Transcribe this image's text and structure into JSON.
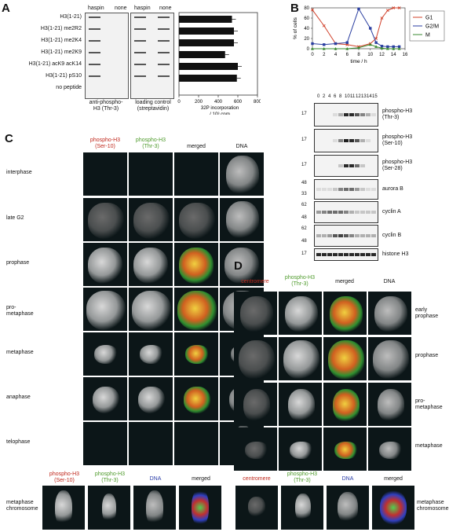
{
  "panels": {
    "A": {
      "label": "A",
      "col_haspin": "haspin",
      "col_none": "none",
      "rows": [
        "H3(1-21)",
        "H3(1-21) me2R2",
        "H3(1-21) me2K4",
        "H3(1-21) me2K9",
        "H3(1-21) acK9 acK14",
        "H3(1-21) pS10",
        "no peptide"
      ],
      "caption_left": "anti-phospho-\nH3 (Thr-3)",
      "caption_mid": "loading control\n(streptavidin)",
      "caption_right": "32P incorporation\n/ 10³ cpm"
    },
    "B": {
      "label": "B",
      "blot_lanes": [
        "0",
        "2",
        "4",
        "6",
        "8",
        "10",
        "11",
        "12",
        "13",
        "14",
        "15"
      ],
      "blots": [
        {
          "mw": [
            "17"
          ],
          "label": "phospho-H3\n(Thr-3)"
        },
        {
          "mw": [
            "17"
          ],
          "label": "phospho-H3\n(Ser-10)"
        },
        {
          "mw": [
            "17"
          ],
          "label": "phospho-H3\n(Ser-28)"
        },
        {
          "mw": [
            "48",
            "33"
          ],
          "label": "aurora B"
        },
        {
          "mw": [
            "62",
            "48"
          ],
          "label": "cyclin A"
        },
        {
          "mw": [
            "62",
            "48"
          ],
          "label": "cyclin B"
        },
        {
          "mw": [
            "17"
          ],
          "label": "histone H3"
        }
      ]
    },
    "C": {
      "label": "C",
      "headers": [
        {
          "text": "phospho-H3\n(Ser-10)",
          "color": "#c0281c"
        },
        {
          "text": "phospho-H3\n(Thr-3)",
          "color": "#4d9a2a"
        },
        {
          "text": "merged",
          "color": "#111111"
        },
        {
          "text": "DNA",
          "color": "#111111"
        }
      ],
      "rows": [
        "interphase",
        "late G2",
        "prophase",
        "pro-\nmetaphase",
        "metaphase",
        "anaphase",
        "telophase"
      ],
      "bottom_headers": [
        {
          "text": "phospho-H3\n(Ser-10)",
          "color": "#c0281c"
        },
        {
          "text": "phospho-H3\n(Thr-3)",
          "color": "#4d9a2a"
        },
        {
          "text": "DNA",
          "color": "#2a3da8"
        },
        {
          "text": "merged",
          "color": "#111111"
        }
      ],
      "bottom_row": "metaphase\nchromosome"
    },
    "D": {
      "label": "D",
      "headers": [
        {
          "text": "centromere",
          "color": "#c0281c"
        },
        {
          "text": "phospho-H3\n(Thr-3)",
          "color": "#4d9a2a"
        },
        {
          "text": "merged",
          "color": "#111111"
        },
        {
          "text": "DNA",
          "color": "#111111"
        }
      ],
      "rows": [
        "early\nprophase",
        "prophase",
        "pro-\nmetaphase",
        "metaphase"
      ],
      "bottom_headers": [
        {
          "text": "centromere",
          "color": "#c0281c"
        },
        {
          "text": "phospho-H3\n(Thr-3)",
          "color": "#4d9a2a"
        },
        {
          "text": "DNA",
          "color": "#2a3da8"
        },
        {
          "text": "merged",
          "color": "#111111"
        }
      ],
      "bottom_row": "metaphase\nchromosome"
    }
  },
  "chart_data": [
    {
      "type": "bar",
      "orientation": "horizontal",
      "categories": [
        "H3(1-21)",
        "H3(1-21) me2R2",
        "H3(1-21) me2K4",
        "H3(1-21) me2K9",
        "H3(1-21) acK9 acK14",
        "H3(1-21) pS10",
        "no peptide"
      ],
      "values": [
        540,
        560,
        560,
        470,
        600,
        590,
        0
      ],
      "xlim": [
        0,
        800
      ],
      "xticks": [
        "0",
        "200",
        "400",
        "600",
        "800"
      ],
      "xlabel": "32P incorporation / 10³ cpm"
    },
    {
      "type": "line",
      "x": [
        0,
        2,
        4,
        6,
        8,
        10,
        11,
        12,
        13,
        14,
        15
      ],
      "series": [
        {
          "name": "G1",
          "color": "#d0402a",
          "values": [
            76,
            45,
            10,
            8,
            4,
            10,
            20,
            60,
            75,
            80,
            80
          ]
        },
        {
          "name": "G2/M",
          "color": "#2a3ea0",
          "values": [
            10,
            8,
            10,
            12,
            78,
            40,
            12,
            5,
            4,
            4,
            4
          ]
        },
        {
          "name": "M",
          "color": "#3a8a30",
          "values": [
            0,
            0,
            0,
            0,
            2,
            8,
            4,
            1,
            0,
            0,
            0
          ]
        }
      ],
      "xlim": [
        0,
        16
      ],
      "ylim": [
        0,
        80
      ],
      "xticks": [
        "0",
        "2",
        "4",
        "6",
        "8",
        "10",
        "12",
        "14",
        "16"
      ],
      "yticks": [
        "0",
        "20",
        "40",
        "60",
        "80"
      ],
      "xlabel": "time / h",
      "ylabel": "% of cells",
      "legend": "right"
    }
  ]
}
